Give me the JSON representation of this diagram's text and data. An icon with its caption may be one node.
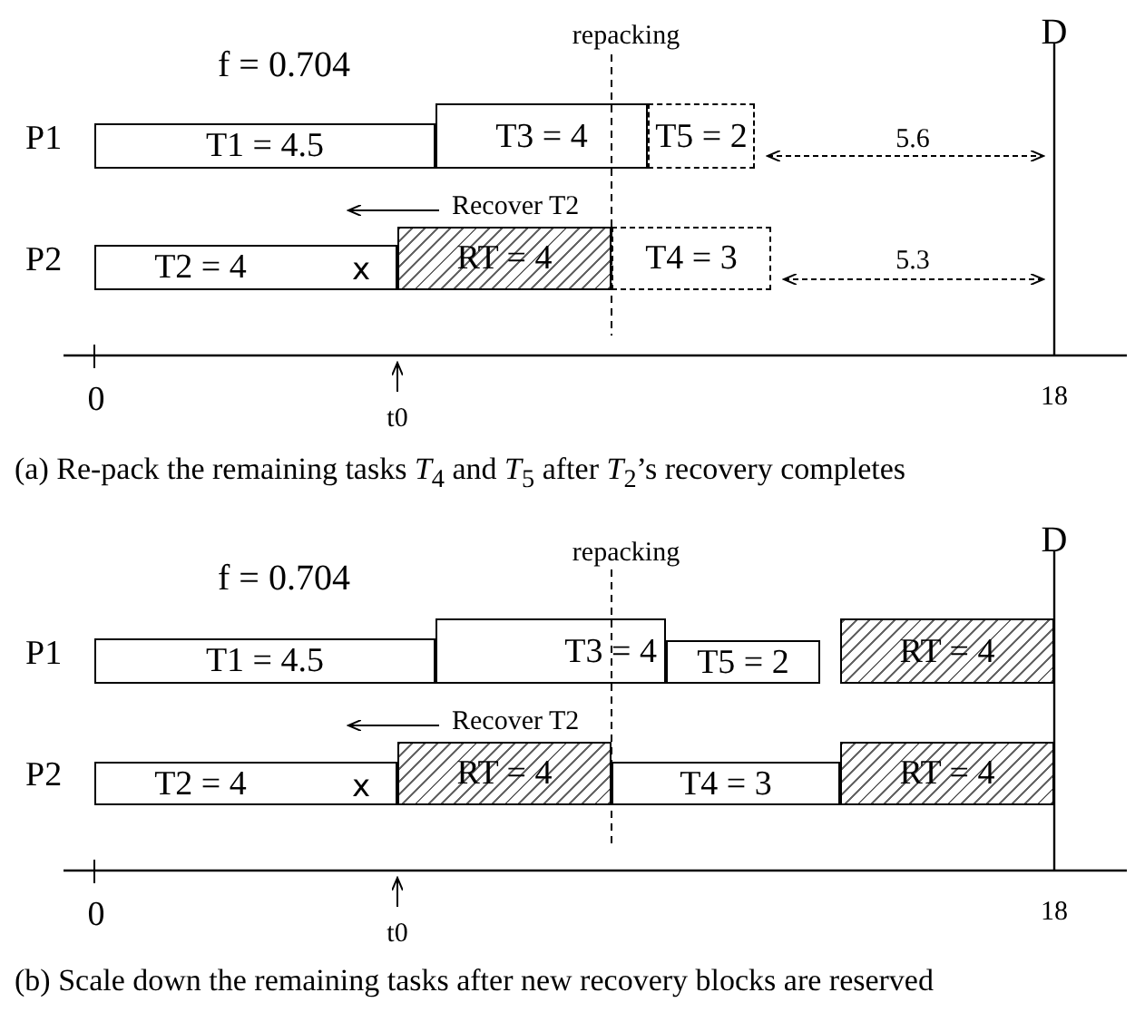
{
  "diagram": {
    "nodes": [
      {
        "text": [
          "T1 = 4.5"
        ]
      },
      {
        "text": [
          "T3 = 4"
        ]
      },
      {
        "text": [
          "T5 = 2"
        ]
      },
      {
        "text": [
          "T2 = 4",
          "x"
        ]
      },
      {
        "text": [
          "RT = 4"
        ]
      },
      {
        "text": [
          "T4 = 3"
        ]
      },
      {
        "text": [
          "T1 = 4.5"
        ]
      },
      {
        "text": [
          "T3 = 4"
        ]
      },
      {
        "text": [
          "T5 = 2"
        ]
      },
      {
        "text": [
          "RT = 4"
        ]
      },
      {
        "text": [
          "T2 = 4",
          "x"
        ]
      },
      {
        "text": [
          "RT = 4"
        ]
      },
      {
        "text": [
          "T4 = 3"
        ]
      },
      {
        "text": [
          "RT = 4"
        ]
      }
    ],
    "labels": [
      "repacking",
      "D",
      "f = 0.704",
      "P1",
      "5.6",
      "Recover T2",
      "P2",
      "5.3",
      "0",
      "18",
      "t0",
      "(a) Re-pack the remaining tasks *T*$_{4}$ and *T*$_{5}$ after *T*$_{2}$’s recovery completes",
      "D",
      "repacking",
      "f = 0.704",
      "P1",
      "Recover T2",
      "P2",
      "0",
      "18",
      "t0",
      "(b) Scale down the remaining tasks after new recovery blocks are reserved"
    ]
  }
}
